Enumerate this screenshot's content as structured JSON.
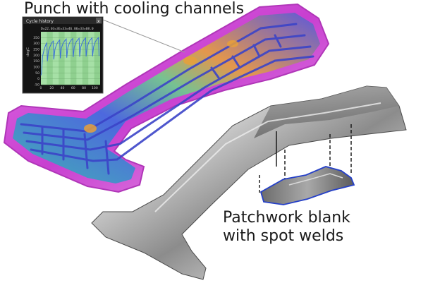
{
  "captions": {
    "punch": "Punch with cooling channels",
    "blank_line1": "Patchwork blank",
    "blank_line2": "with spot welds"
  },
  "inset": {
    "title": "Cycle history",
    "ylabel": "degC",
    "legend_label": "D=22.03=3E=33=46.06=33=08.0",
    "close_glyph": "x"
  },
  "chart_data": {
    "type": "line",
    "title": "Cycle history",
    "xlabel": "",
    "ylabel": "degC",
    "xlim": [
      0,
      110
    ],
    "ylim": [
      -50,
      400
    ],
    "xticks": [
      0,
      20,
      40,
      60,
      80,
      100
    ],
    "yticks": [
      -50,
      0,
      50,
      100,
      150,
      200,
      250,
      300,
      350
    ],
    "grid": true,
    "series": [
      {
        "color": "#3a6fd8",
        "x": [
          0,
          1,
          3,
          6,
          9,
          11,
          12,
          14,
          17,
          20,
          23,
          24,
          26,
          29,
          32,
          35,
          36,
          38,
          41,
          44,
          47,
          48,
          50,
          53,
          56,
          59,
          60,
          62,
          65,
          68,
          71,
          72,
          74,
          77,
          80,
          83,
          84,
          86,
          89,
          92,
          95,
          96,
          98,
          101,
          104,
          107,
          108
        ],
        "y": [
          30,
          45,
          190,
          250,
          290,
          305,
          150,
          235,
          275,
          305,
          320,
          165,
          250,
          290,
          315,
          330,
          175,
          260,
          300,
          322,
          338,
          180,
          265,
          305,
          328,
          342,
          185,
          268,
          308,
          330,
          345,
          188,
          270,
          310,
          332,
          347,
          190,
          272,
          312,
          334,
          348,
          192,
          274,
          314,
          336,
          350,
          194
        ]
      }
    ]
  },
  "colors": {
    "punch_outer": "#d53ad8",
    "punch_inner": "#e98ae6",
    "channel": "#4a4fd8",
    "channel_hot": "#e8b23a",
    "metal_light": "#c8c8c8",
    "metal_dark": "#5a5a5a",
    "inset_bg": "#111111",
    "inset_plot": "#a6e0a6",
    "weld_line": "#2540c8"
  }
}
